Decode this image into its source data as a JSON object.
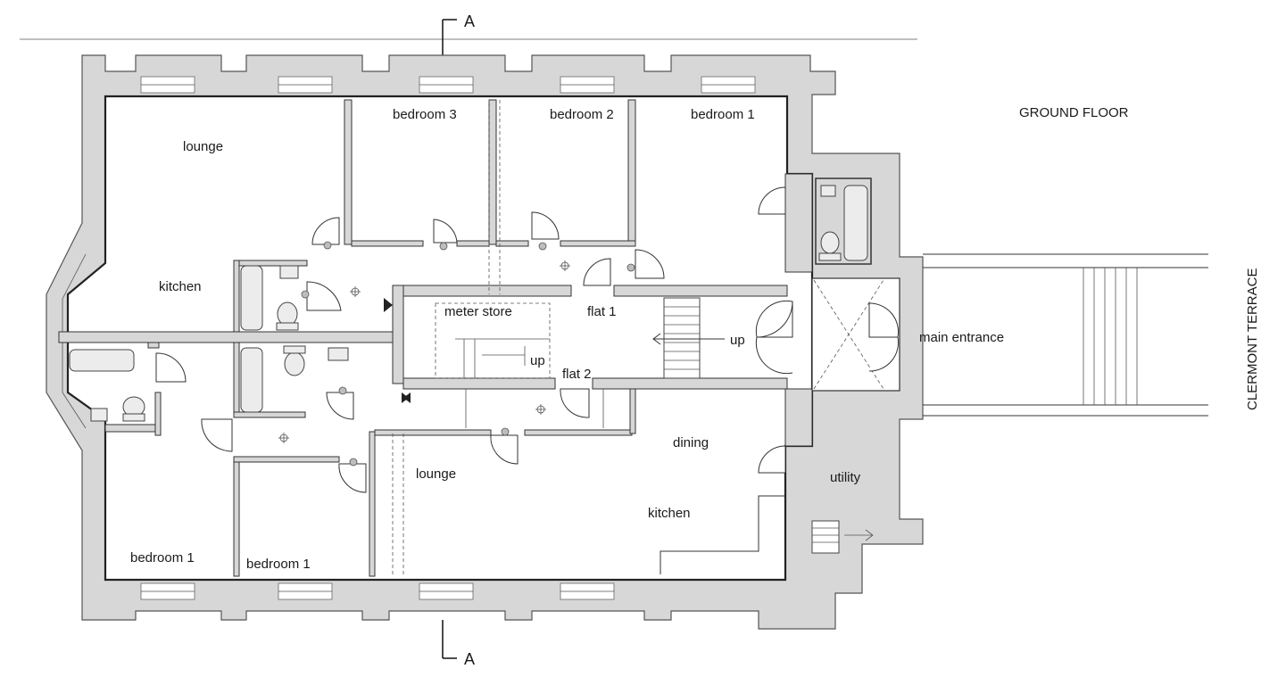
{
  "section_marker": {
    "top": "A",
    "bottom": "A"
  },
  "floor_title": "GROUND FLOOR",
  "street_label": "CLERMONT TERRACE",
  "rooms": {
    "lounge_top": "lounge",
    "kitchen_top": "kitchen",
    "bedroom_3": "bedroom 3",
    "bedroom_2": "bedroom 2",
    "bedroom_1_top": "bedroom 1",
    "meter_store": "meter store",
    "flat_1": "flat 1",
    "flat_2": "flat 2",
    "up_stair_left": "up",
    "up_stair_right": "up",
    "main_entrance": "main entrance",
    "dining": "dining",
    "utility": "utility",
    "lounge_bottom": "lounge",
    "kitchen_bottom": "kitchen",
    "bedroom_1_bottom_left": "bedroom 1",
    "bedroom_1_bottom_mid": "bedroom 1"
  }
}
